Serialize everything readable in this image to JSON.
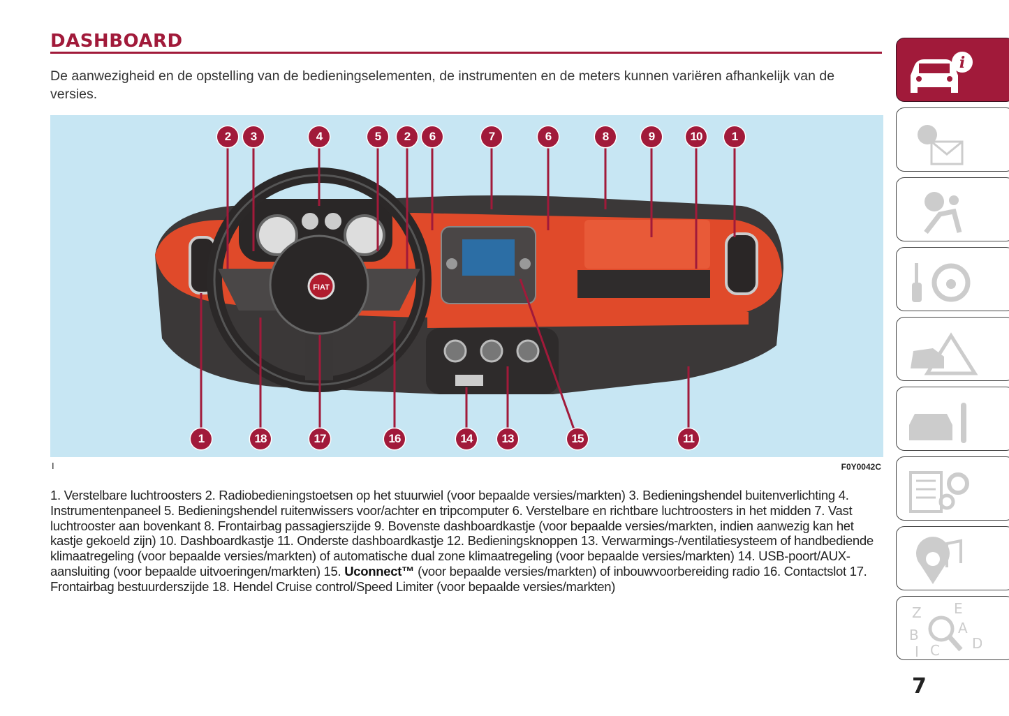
{
  "section_title": "DASHBOARD",
  "intro": "De aanwezigheid en de opstelling van de bedieningselementen, de instrumenten en de meters kunnen variëren afhankelijk van de versies.",
  "figure": {
    "marker": "I",
    "code": "F0Y0042C",
    "brand_badge": "FIAT",
    "top_callouts": [
      "2",
      "3",
      "4",
      "5",
      "2",
      "6",
      "7",
      "6",
      "8",
      "9",
      "10",
      "1"
    ],
    "bottom_callouts": [
      "1",
      "18",
      "17",
      "16",
      "14",
      "13",
      "15",
      "11"
    ]
  },
  "caption": {
    "part1": "1. Verstelbare luchtroosters 2. Radiobedieningstoetsen op het stuurwiel (voor bepaalde versies/markten) 3. Bedieningshendel buitenverlichting 4. Instrumentenpaneel 5. Bedieningshendel ruitenwissers voor/achter en tripcomputer 6. Verstelbare en richtbare luchtroosters in het midden 7. Vast luchtrooster aan bovenkant 8. Frontairbag passagierszijde 9. Bovenste dashboardkastje (voor bepaalde versies/markten, indien aanwezig kan het kastje gekoeld zijn) 10. Dashboardkastje 11. Onderste dashboardkastje 12. Bedieningsknoppen 13. Verwarmings-/ventilatiesysteem of handbediende klimaatregeling (voor bepaalde versies/markten) of automatische dual zone klimaatregeling (voor bepaalde versies/markten) 14. USB-poort/AUX-aansluiting (voor bepaalde uitvoeringen/markten) 15. ",
    "bold": "Uconnect™",
    "part2": " (voor bepaalde versies/markten) of inbouwvoorbereiding radio 16. Contactslot 17. Frontairbag bestuurderszijde 18. Hendel Cruise control/Speed Limiter (voor bepaalde versies/markten)"
  },
  "side_tabs": [
    {
      "icon": "car-info-icon",
      "active": true
    },
    {
      "icon": "warning-lights-messages-icon",
      "active": false
    },
    {
      "icon": "safety-airbag-icon",
      "active": false
    },
    {
      "icon": "key-steering-wheel-icon",
      "active": false
    },
    {
      "icon": "emergency-icon",
      "active": false
    },
    {
      "icon": "car-maintenance-icon",
      "active": false
    },
    {
      "icon": "technical-data-icon",
      "active": false
    },
    {
      "icon": "multimedia-icon",
      "active": false
    },
    {
      "icon": "index-icon",
      "active": false
    }
  ],
  "page_number": "7",
  "colors": {
    "accent": "#a11a3a",
    "figure_bg": "#c7e6f3",
    "dash_red": "#e04a2a"
  }
}
